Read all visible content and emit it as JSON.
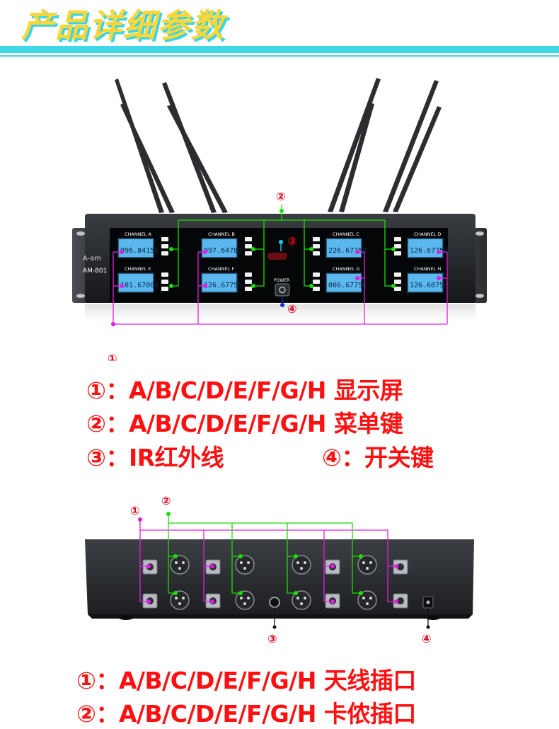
{
  "header": {
    "title": "产品详细参数"
  },
  "front_panel": {
    "brand": "A-am",
    "model": "AM-801",
    "power_label": "POWER",
    "channels": [
      {
        "label": "CHANNEL A",
        "freq": "096.84150"
      },
      {
        "label": "CHANNEL B",
        "freq": "097.64780"
      },
      {
        "label": "CHANNEL C",
        "freq": "226.67750"
      },
      {
        "label": "CHANNEL D",
        "freq": "126.67750"
      },
      {
        "label": "CHANNEL E",
        "freq": "101.67000"
      },
      {
        "label": "CHANNEL F",
        "freq": "126.67750"
      },
      {
        "label": "CHANNEL G",
        "freq": "006.67750"
      },
      {
        "label": "CHANNEL H",
        "freq": "126.60750"
      }
    ],
    "markers": [
      "①",
      "②",
      "③",
      "④"
    ]
  },
  "front_legend": {
    "line1": "①：A/B/C/D/E/F/G/H 显示屏",
    "line2": "②：A/B/C/D/E/F/G/H 菜单键",
    "line3a": "③：IR红外线",
    "line3b": "④：开关键"
  },
  "rear_panel": {
    "markers": [
      "①",
      "②",
      "③",
      "④"
    ]
  },
  "rear_legend": {
    "line1": "①：A/B/C/D/E/F/G/H 天线插口",
    "line2": "②：A/B/C/D/E/F/G/H 卡侬插口"
  },
  "colors": {
    "accent_yellow": "#ffd63a",
    "accent_teal": "#3ed7e6",
    "legend_red": "#ff1010",
    "leader_green": "#18e000",
    "leader_magenta": "#e020e0"
  }
}
